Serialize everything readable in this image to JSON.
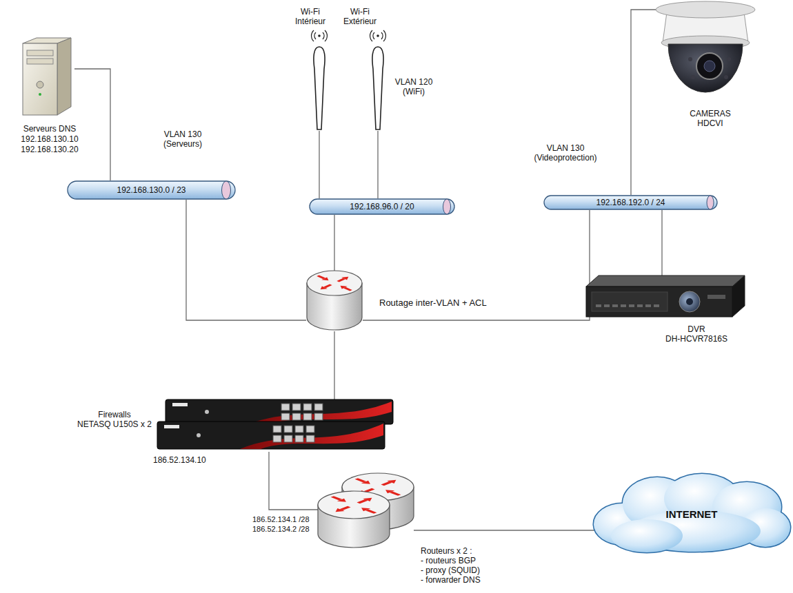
{
  "diagram": {
    "nodes": [
      {
        "text": [
          "VLAN 130 (Serveurs)"
        ]
      },
      {
        "text": [
          "Serveurs DNS",
          "192.168.130.10",
          "192.168.130.20"
        ],
        "in": 0
      },
      {
        "text": [
          "192.168.130.0 / 23"
        ],
        "in": 0
      },
      {
        "text": [
          "VLAN 120 (WiFi)"
        ]
      },
      {
        "text": [
          "Wi-Fi Intérieur"
        ],
        "in": 3
      },
      {
        "text": [
          "Wi-Fi Extérieur"
        ],
        "in": 3
      },
      {
        "text": [
          "192.168.96.0 / 20"
        ],
        "in": 3
      },
      {
        "text": [
          "VLAN 130 (Videoprotection)"
        ]
      },
      {
        "text": [
          "CAMERAS HDCVI"
        ],
        "in": 7
      },
      {
        "text": [
          "192.168.192.0 / 24"
        ],
        "in": 7
      },
      {
        "text": [
          "DVR",
          "DH-HCVR7816S"
        ],
        "in": 7
      },
      {
        "text": [
          "Routage inter-VLAN + ACL"
        ]
      },
      {
        "text": [
          "Firewalls",
          "NETASQ U150S x 2",
          "186.52.134.10"
        ]
      },
      {
        "text": [
          "186.52.134.1 /28",
          "186.52.134.2 /28",
          "Routeurs x 2 :",
          "- routeurs BGP",
          "- proxy (SQUID)",
          "- forwarder DNS"
        ]
      },
      {
        "text": [
          "INTERNET"
        ]
      }
    ],
    "edges": [
      {
        "from": 1,
        "to": 2,
        "arrow": "none"
      },
      {
        "from": 4,
        "to": 6,
        "arrow": "none"
      },
      {
        "from": 5,
        "to": 6,
        "arrow": "none"
      },
      {
        "from": 8,
        "to": 9,
        "arrow": "none"
      },
      {
        "from": 10,
        "to": 9,
        "arrow": "none"
      },
      {
        "from": 2,
        "to": 11,
        "arrow": "none"
      },
      {
        "from": 6,
        "to": 11,
        "arrow": "none"
      },
      {
        "from": 9,
        "to": 11,
        "arrow": "none"
      },
      {
        "from": 11,
        "to": 12,
        "arrow": "none"
      },
      {
        "from": 12,
        "to": 13,
        "arrow": "none"
      },
      {
        "from": 13,
        "to": 14,
        "arrow": "none"
      }
    ]
  }
}
